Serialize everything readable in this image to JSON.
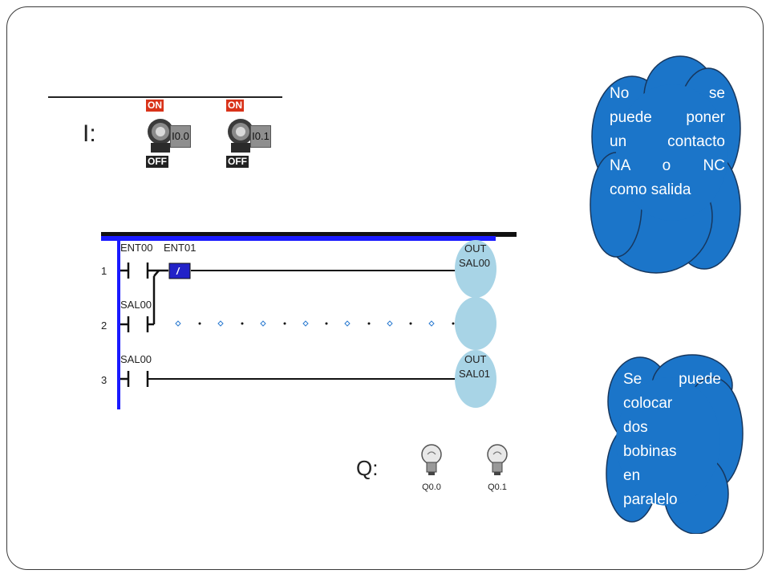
{
  "inputs": {
    "letter": "I:",
    "switch_on_label": "ON",
    "switch_off_label": "OFF",
    "switches": [
      "I0.0",
      "I0.1"
    ]
  },
  "ladder": {
    "rungs": [
      {
        "number": "1",
        "contacts": [
          "ENT00",
          "ENT01"
        ],
        "coil_type": "OUT",
        "coil_name": "SAL00"
      },
      {
        "number": "2",
        "contacts": [
          "SAL00"
        ],
        "coil_type": "",
        "coil_name": ""
      },
      {
        "number": "3",
        "contacts": [
          "SAL00"
        ],
        "coil_type": "OUT",
        "coil_name": "SAL01"
      }
    ],
    "coil_color": "#a8d4e6",
    "rail_color": "#1a1aff"
  },
  "outputs": {
    "letter": "Q:",
    "lamps": [
      "Q0.0",
      "Q0.1"
    ]
  },
  "callouts": [
    {
      "lines": [
        "No se",
        "puede poner",
        "un contacto",
        "NA o NC",
        "como salida"
      ]
    },
    {
      "lines": [
        "Se puede",
        "colocar",
        "dos",
        "bobinas",
        "en",
        "paralelo"
      ]
    }
  ],
  "colors": {
    "cloud_fill": "#1b75c9",
    "cloud_stroke": "#17375e"
  }
}
